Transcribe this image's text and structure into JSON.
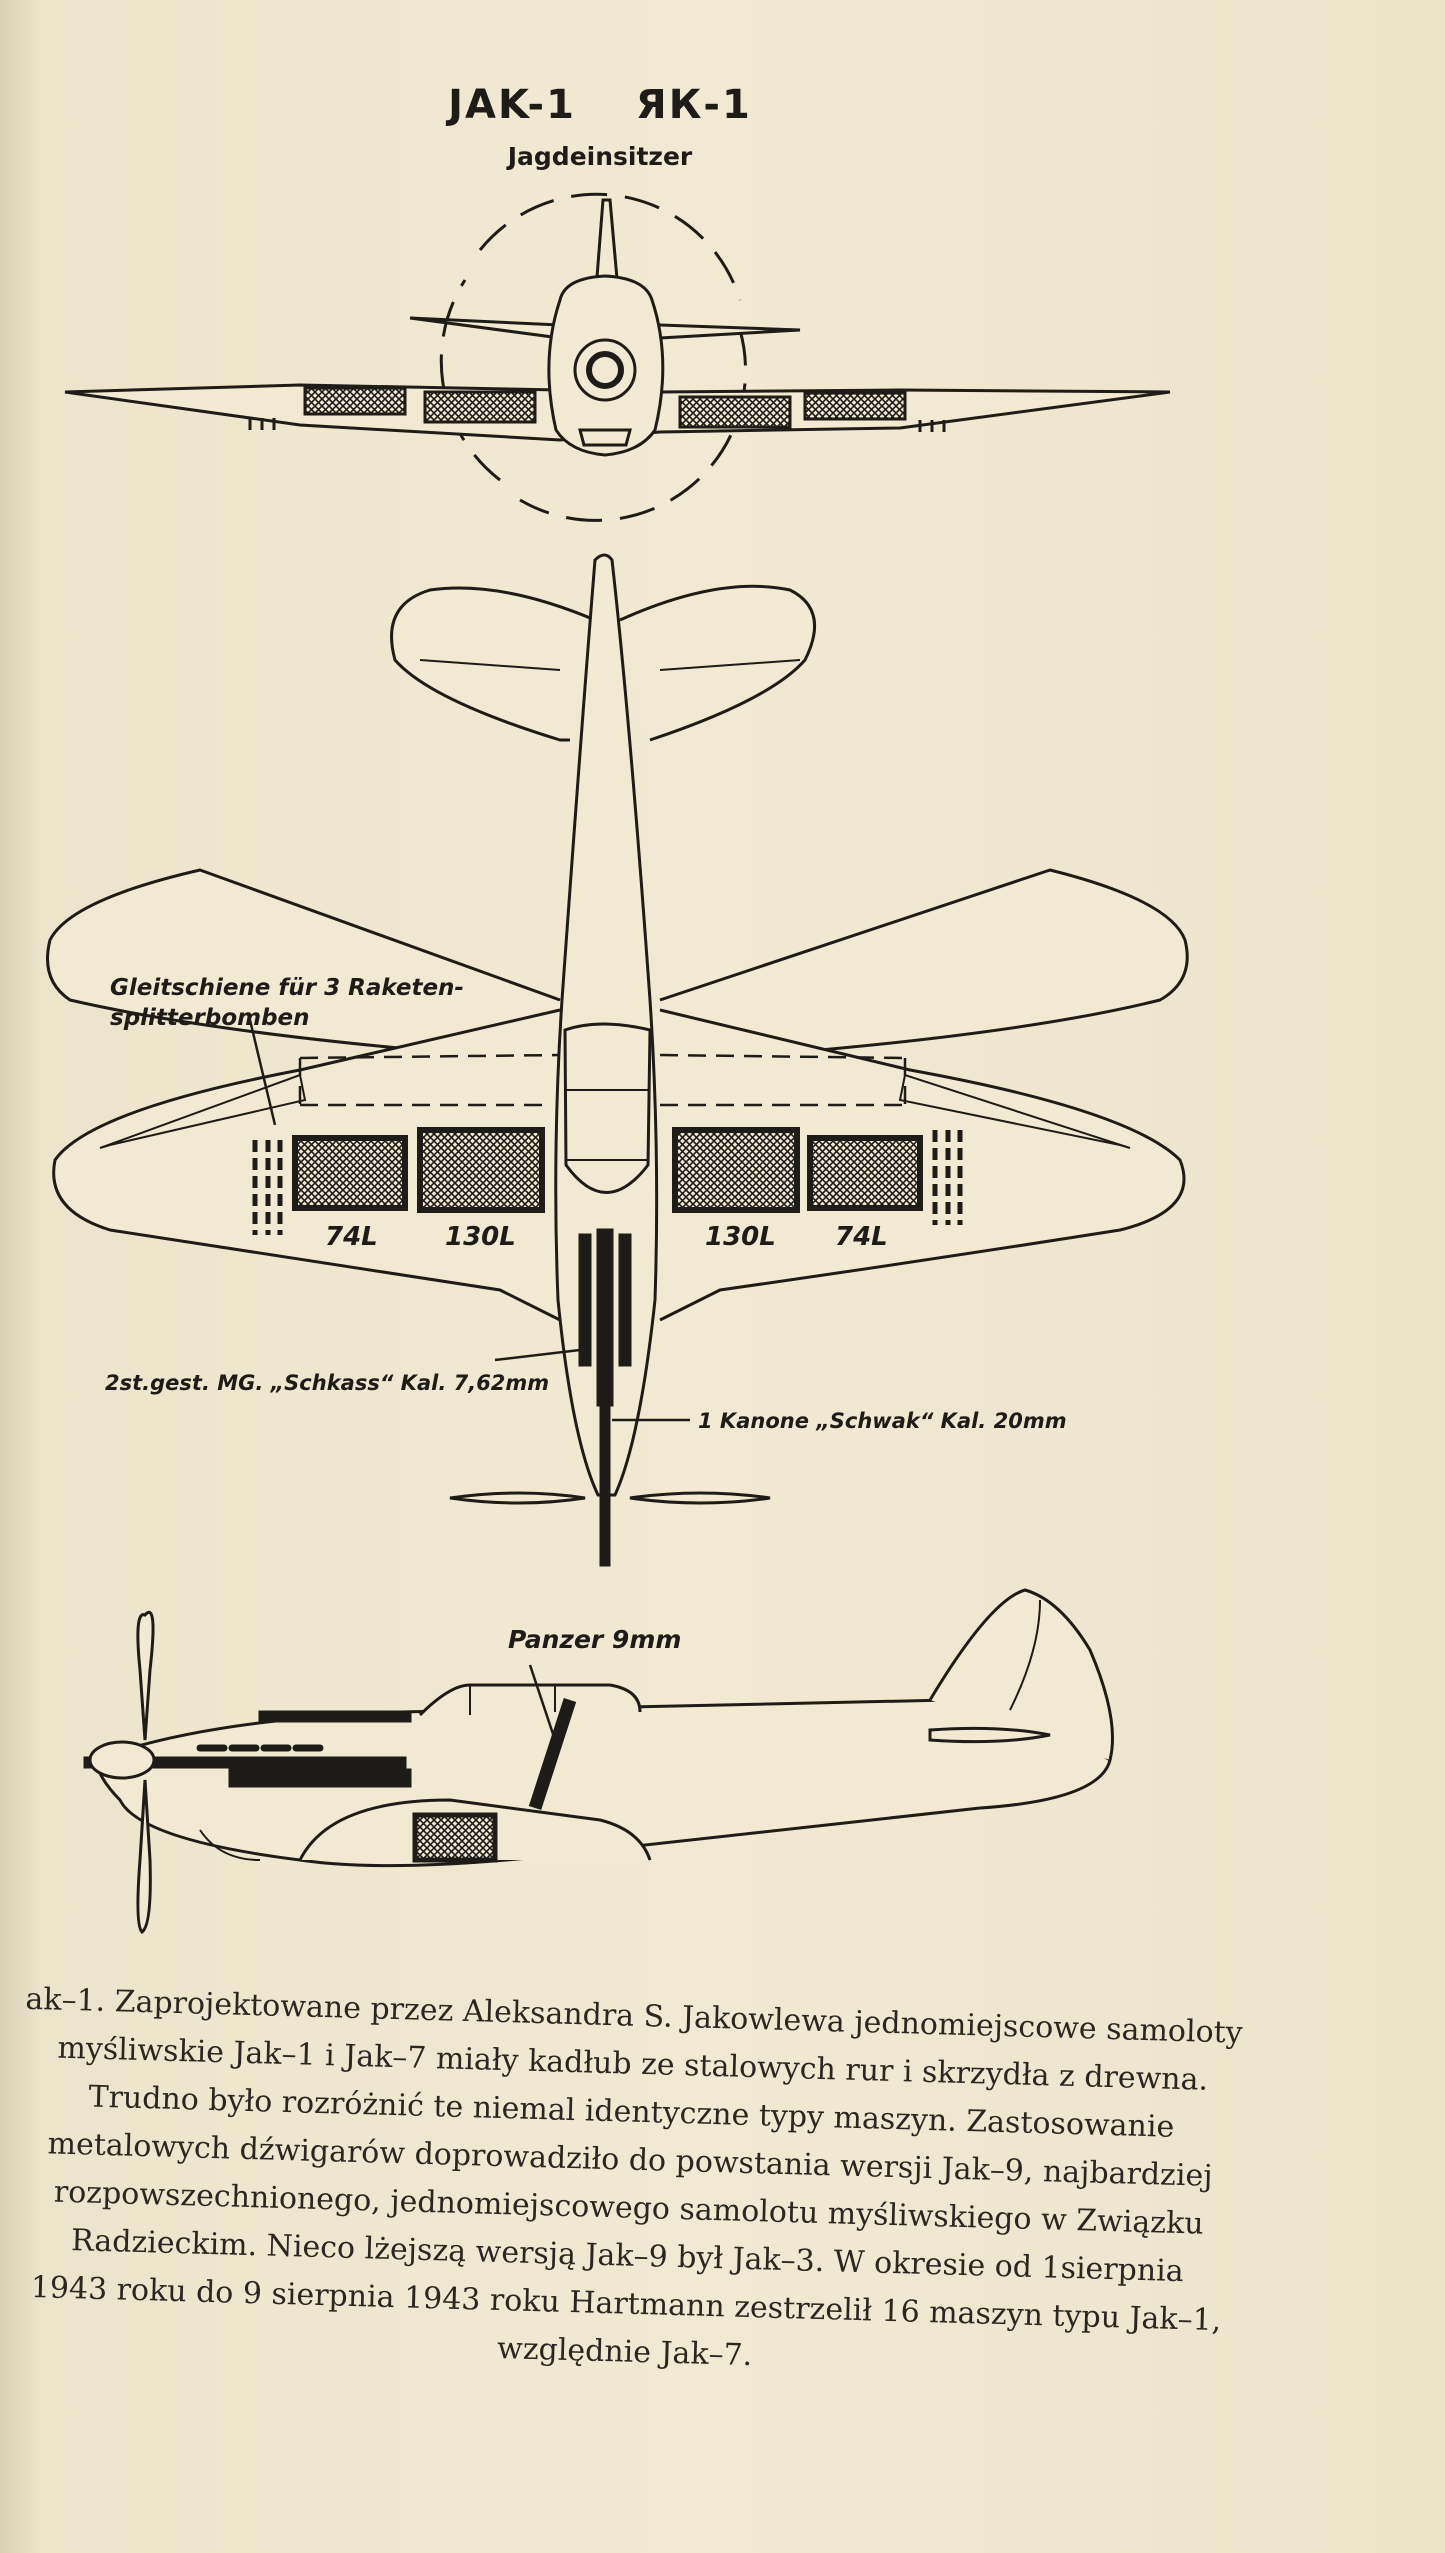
{
  "heading": {
    "title_latin": "JAK-1",
    "title_cyrillic": "ЯК-1",
    "subtitle": "Jagdeinsitzer"
  },
  "diagram_labels": {
    "rail": [
      "Gleitschiene für 3 Raketen-",
      "splitterbomben"
    ],
    "tank_outer_left": "74L",
    "tank_inner_left": "130L",
    "tank_inner_right": "130L",
    "tank_outer_right": "74L",
    "mg": "2st.gest. MG. „Schkass“ Kal. 7,62mm",
    "cannon": "1 Kanone „Schwak“ Kal. 20mm",
    "armor": "Panzer 9mm"
  },
  "caption_lines": [
    "ak–1. Zaprojektowane przez Aleksandra S. Jakowlewa jednomiejscowe samoloty",
    "myśliwskie Jak–1 i Jak–7 miały kadłub ze stalowych rur i skrzydła z drewna.",
    "Trudno było rozróżnić te niemal identyczne typy maszyn. Zastosowanie",
    "metalowych dźwigarów doprowadziło do powstania wersji Jak–9, najbardziej",
    "rozpowszechnionego, jednomiejscowego samolotu myśliwskiego w Związku",
    "Radzieckim. Nieco lżejszą wersją Jak–9 był Jak–3. W okresie od 1sierpnia",
    "1943 roku do 9 sierpnia 1943 roku Hartmann zestrzelił 16 maszyn typu Jak–1,",
    "względnie Jak–7."
  ]
}
